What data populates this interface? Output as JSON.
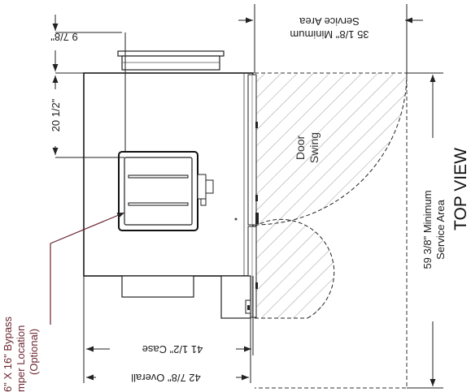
{
  "view_title": "TOP VIEW",
  "dimensions": {
    "top_offset": "9 7/8\"",
    "damper_offset": "20 1/2\"",
    "service_top_line1": "35 1/8\" Minimum",
    "service_top_line2": "Service Area",
    "service_side_line1": "59 3/8\" Minimum",
    "service_side_line2": "Service Area",
    "case_width": "41 1/2\" Case",
    "overall_width": "42 7/8\" Overall"
  },
  "door": {
    "line1": "Door",
    "line2": "Swing"
  },
  "callout": {
    "line1": "6\" X 16\" Bypass",
    "line2": "mper Location",
    "line3": "(Optional)"
  },
  "colors": {
    "callout": "#6b2630",
    "lines": "#222222"
  }
}
